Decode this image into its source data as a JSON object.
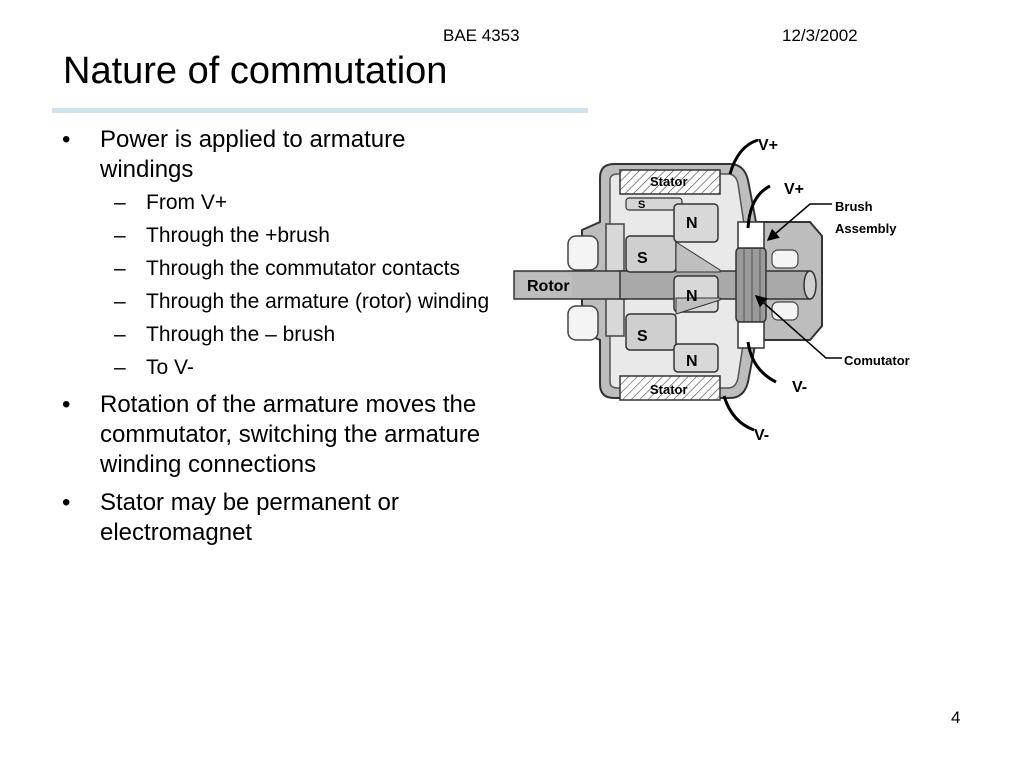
{
  "header": {
    "course": "BAE 4353",
    "date": "12/3/2002"
  },
  "title": "Nature of commutation",
  "bullets": [
    {
      "text": "Power is applied to armature windings",
      "sub": [
        "From V+",
        "Through the +brush",
        "Through the commutator contacts",
        "Through the armature (rotor) winding",
        "Through the – brush",
        "To V-"
      ]
    },
    {
      "text": "Rotation of the armature moves the commutator, switching the armature winding connections"
    },
    {
      "text": "Stator may be permanent or electromagnet"
    }
  ],
  "diagram": {
    "labels": {
      "v_plus_top": "V+",
      "v_plus_brush": "V+",
      "v_minus_brush": "V-",
      "v_minus_bottom": "V-",
      "stator_top": "Stator",
      "stator_bottom": "Stator",
      "rotor": "Rotor",
      "brush_assembly_1": "Brush",
      "brush_assembly_2": "Assembly",
      "commutator": "Comutator",
      "pole_s1": "S",
      "pole_n1": "N",
      "pole_s2": "S",
      "pole_n2": "N",
      "pole_s3": "S",
      "pole_n3": "N"
    },
    "colors": {
      "housing": "#b5b5b5",
      "housing_light": "#e3e3e3",
      "pole": "#cfcfcf",
      "shaft": "#a9a9a9",
      "rotor_label_bg": "#bdbdbd"
    }
  },
  "page_number": "4"
}
